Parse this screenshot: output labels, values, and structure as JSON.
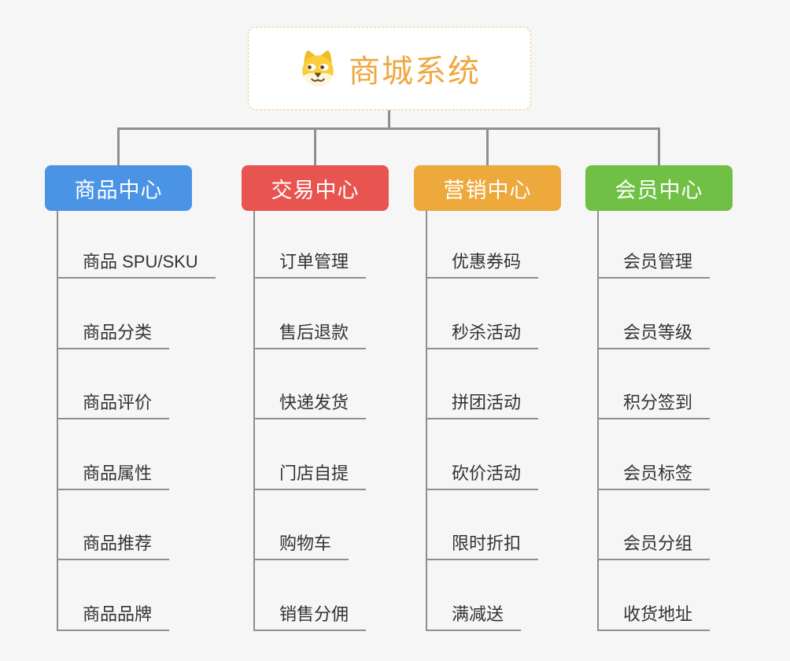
{
  "root": {
    "icon": "doge-icon",
    "title": "商城系统"
  },
  "branches": [
    {
      "label": "商品中心",
      "color": "#4b94e5",
      "items": [
        "商品 SPU/SKU",
        "商品分类",
        "商品评价",
        "商品属性",
        "商品推荐",
        "商品品牌"
      ]
    },
    {
      "label": "交易中心",
      "color": "#e85550",
      "items": [
        "订单管理",
        "售后退款",
        "快递发货",
        "门店自提",
        "购物车",
        "销售分佣"
      ]
    },
    {
      "label": "营销中心",
      "color": "#eda93c",
      "items": [
        "优惠券码",
        "秒杀活动",
        "拼团活动",
        "砍价活动",
        "限时折扣",
        "满减送"
      ]
    },
    {
      "label": "会员中心",
      "color": "#6fc045",
      "items": [
        "会员管理",
        "会员等级",
        "积分签到",
        "会员标签",
        "会员分组",
        "收货地址"
      ]
    }
  ],
  "colors": {
    "background": "#f6f6f7",
    "connector": "#8f8f8f",
    "leaf_text": "#333333",
    "root_border": "#f0c684",
    "root_title": "#efa841"
  }
}
